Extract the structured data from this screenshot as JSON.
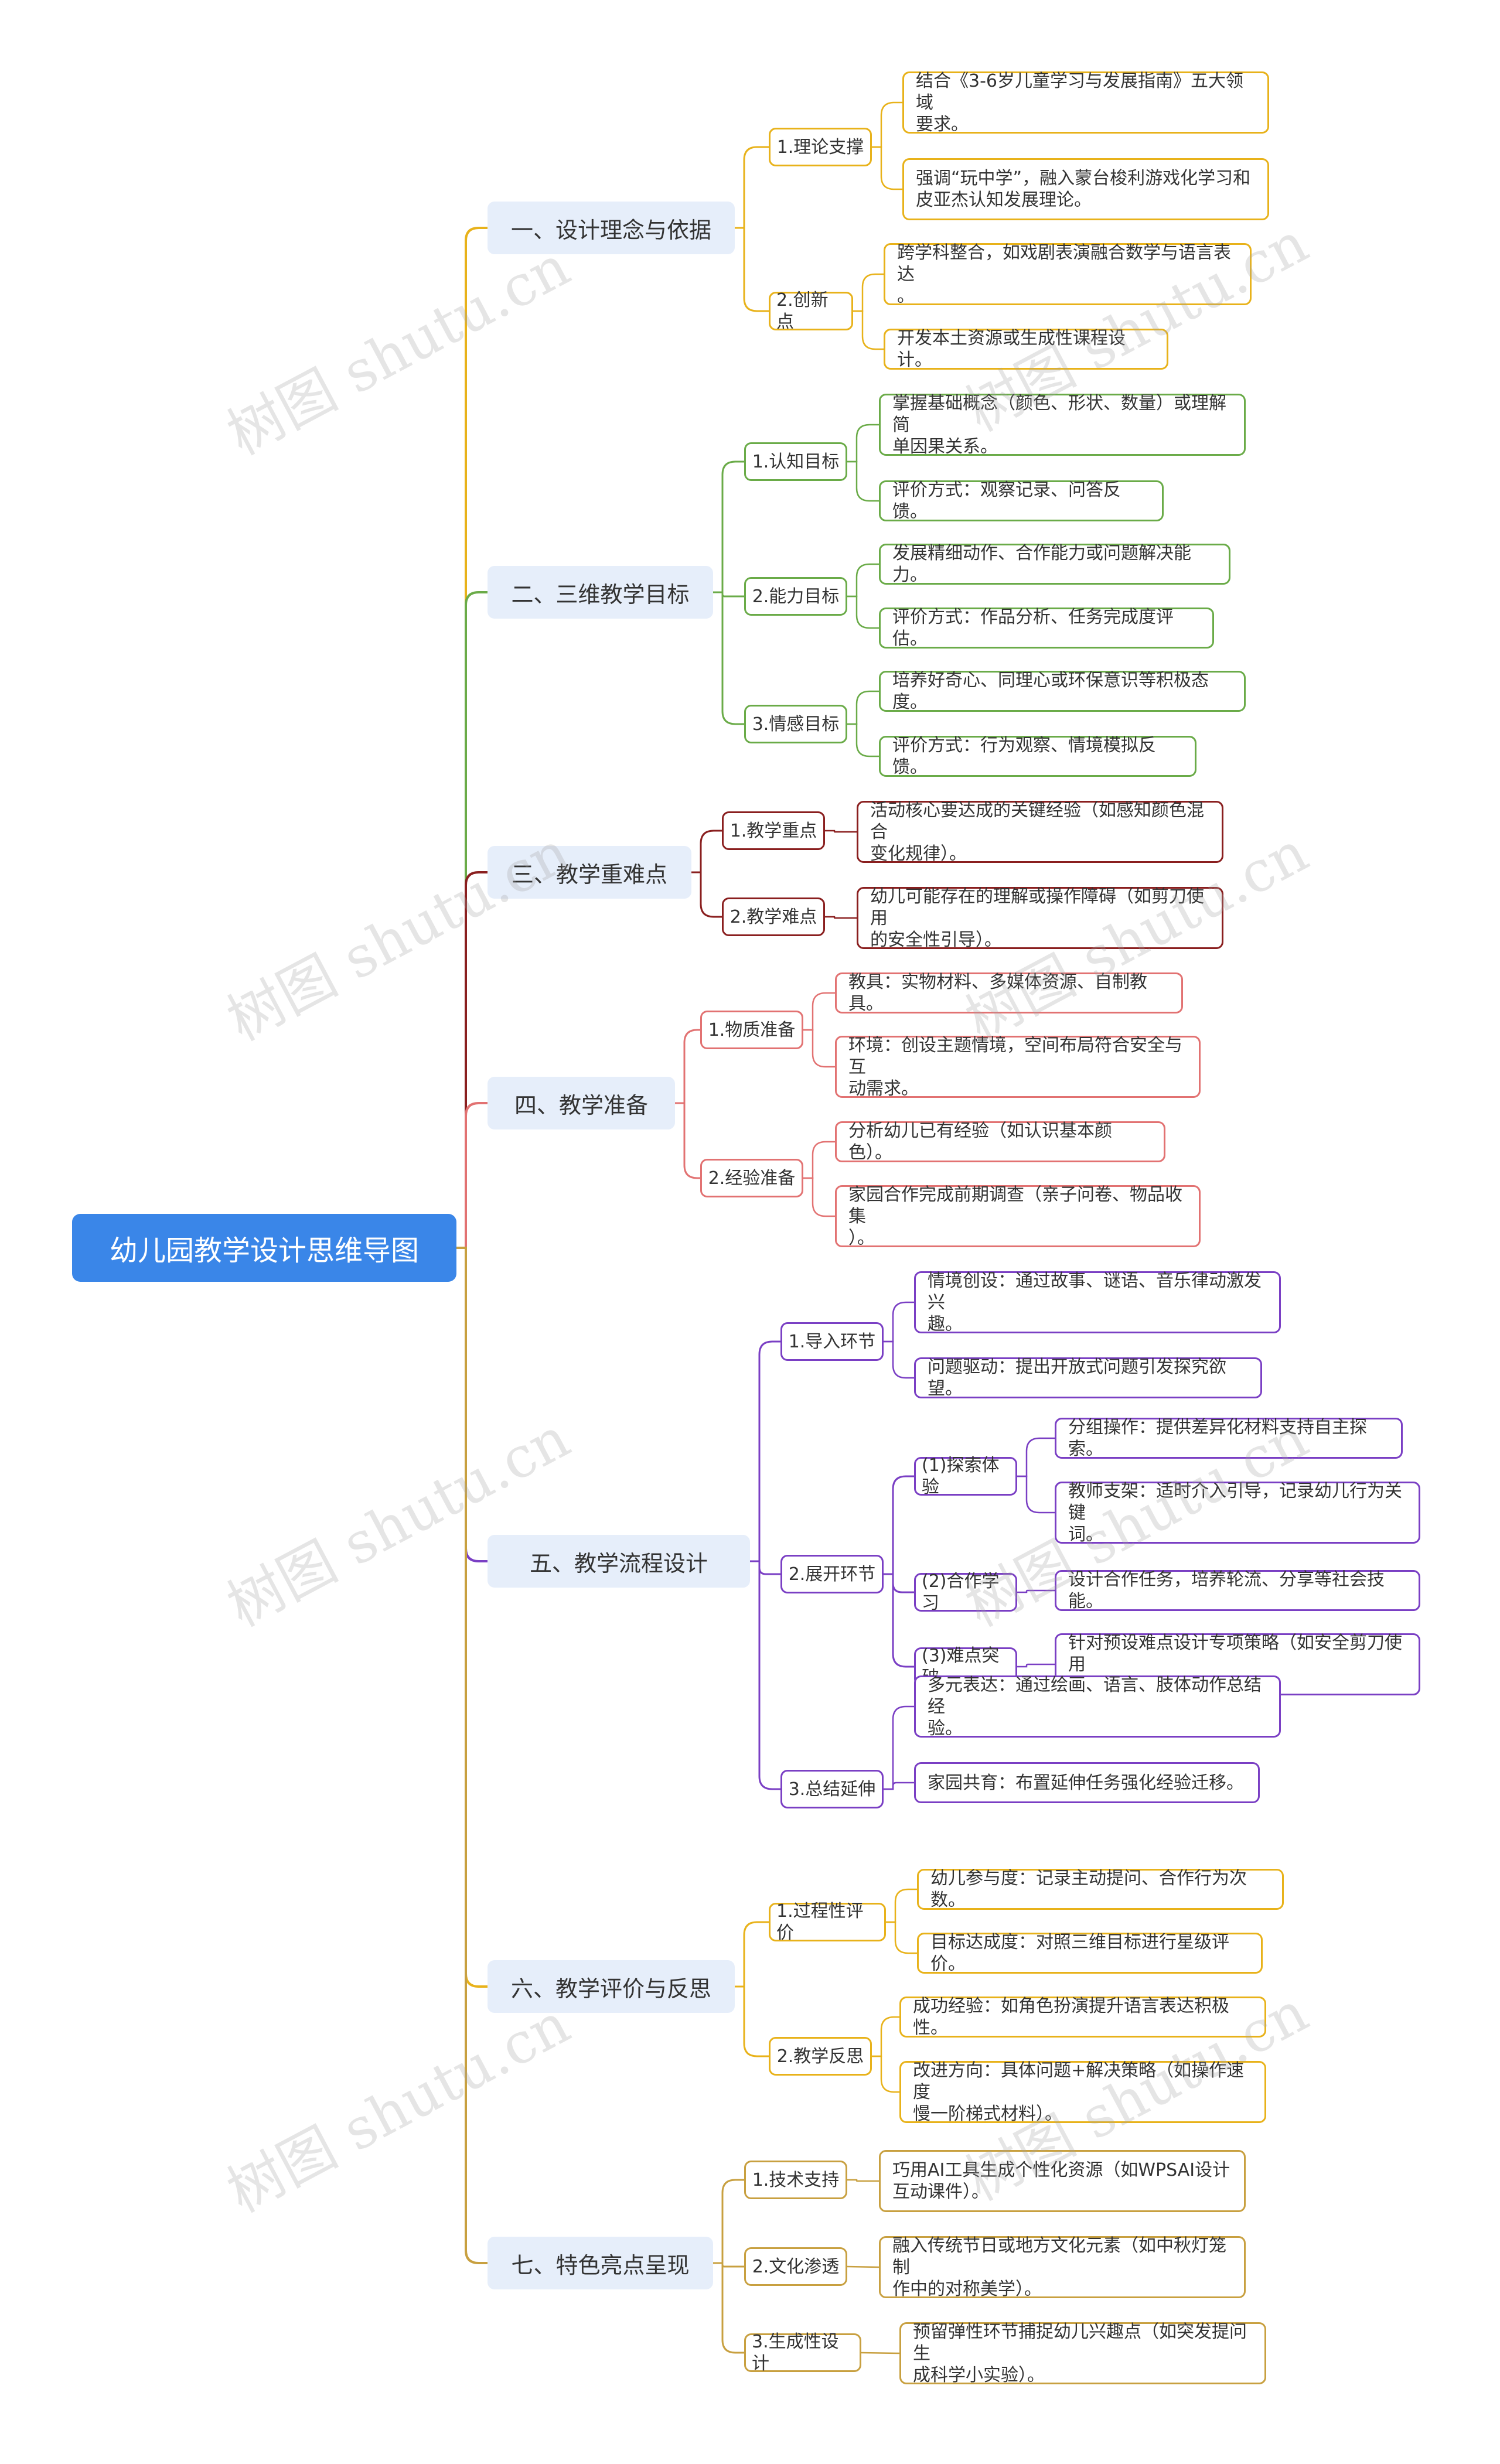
{
  "root": "幼儿园教学设计思维导图",
  "watermark": "树图 shutu.cn",
  "colors": {
    "root": "#3a86e8",
    "branch1": "#e8b21a",
    "branch2": "#6aab48",
    "branch3": "#8a1f1f",
    "branch4": "#e27272",
    "branch5": "#7a3fc4",
    "branch6": "#e8b21a",
    "branch7": "#c8a040"
  },
  "branches": [
    {
      "label": "一、设计理念与依据",
      "children": [
        {
          "label": "1.理论支撑",
          "children": [
            {
              "label": "结合《3-6岁儿童学习与发展指南》五大领域\n要求。"
            },
            {
              "label": "强调“玩中学”，融入蒙台梭利游戏化学习和\n皮亚杰认知发展理论。"
            }
          ]
        },
        {
          "label": "2.创新点",
          "children": [
            {
              "label": "跨学科整合，如戏剧表演融合数学与语言表达\n。"
            },
            {
              "label": "开发本土资源或生成性课程设计。"
            }
          ]
        }
      ]
    },
    {
      "label": "二、三维教学目标",
      "children": [
        {
          "label": "1.认知目标",
          "children": [
            {
              "label": "掌握基础概念（颜色、形状、数量）或理解简\n单因果关系。"
            },
            {
              "label": "评价方式：观察记录、问答反馈。"
            }
          ]
        },
        {
          "label": "2.能力目标",
          "children": [
            {
              "label": "发展精细动作、合作能力或问题解决能力。"
            },
            {
              "label": "评价方式：作品分析、任务完成度评估。"
            }
          ]
        },
        {
          "label": "3.情感目标",
          "children": [
            {
              "label": "培养好奇心、同理心或环保意识等积极态度。"
            },
            {
              "label": "评价方式：行为观察、情境模拟反馈。"
            }
          ]
        }
      ]
    },
    {
      "label": "三、教学重难点",
      "children": [
        {
          "label": "1.教学重点",
          "children": [
            {
              "label": "活动核心要达成的关键经验（如感知颜色混合\n变化规律）。"
            }
          ]
        },
        {
          "label": "2.教学难点",
          "children": [
            {
              "label": "幼儿可能存在的理解或操作障碍（如剪刀使用\n的安全性引导）。"
            }
          ]
        }
      ]
    },
    {
      "label": "四、教学准备",
      "children": [
        {
          "label": "1.物质准备",
          "children": [
            {
              "label": "教具：实物材料、多媒体资源、自制教具。"
            },
            {
              "label": "环境：创设主题情境，空间布局符合安全与互\n动需求。"
            }
          ]
        },
        {
          "label": "2.经验准备",
          "children": [
            {
              "label": "分析幼儿已有经验（如认识基本颜色）。"
            },
            {
              "label": "家园合作完成前期调查（亲子问卷、物品收集\n）。"
            }
          ]
        }
      ]
    },
    {
      "label": "五、教学流程设计",
      "children": [
        {
          "label": "1.导入环节",
          "children": [
            {
              "label": "情境创设：通过故事、谜语、音乐律动激发兴\n趣。"
            },
            {
              "label": "问题驱动：提出开放式问题引发探究欲望。"
            }
          ]
        },
        {
          "label": "2.展开环节",
          "children": [
            {
              "label": "(1)探索体验",
              "children": [
                {
                  "label": "分组操作：提供差异化材料支持自主探索。"
                },
                {
                  "label": "教师支架：适时介入引导，记录幼儿行为关键\n词。"
                }
              ]
            },
            {
              "label": "(2)合作学习",
              "children": [
                {
                  "label": "设计合作任务，培养轮流、分享等社会技能。"
                }
              ]
            },
            {
              "label": "(3)难点突破",
              "children": [
                {
                  "label": "针对预设难点设计专项策略（如安全剪刀使用\n口诀）。"
                }
              ]
            }
          ]
        },
        {
          "label": "3.总结延伸",
          "children": [
            {
              "label": "多元表达：通过绘画、语言、肢体动作总结经\n验。"
            },
            {
              "label": "家园共育：布置延伸任务强化经验迁移。"
            }
          ]
        }
      ]
    },
    {
      "label": "六、教学评价与反思",
      "children": [
        {
          "label": "1.过程性评价",
          "children": [
            {
              "label": "幼儿参与度：记录主动提问、合作行为次数。"
            },
            {
              "label": "目标达成度：对照三维目标进行星级评价。"
            }
          ]
        },
        {
          "label": "2.教学反思",
          "children": [
            {
              "label": "成功经验：如角色扮演提升语言表达积极性。"
            },
            {
              "label": "改进方向：具体问题+解决策略（如操作速度\n慢一阶梯式材料）。"
            }
          ]
        }
      ]
    },
    {
      "label": "七、特色亮点呈现",
      "children": [
        {
          "label": "1.技术支持",
          "children": [
            {
              "label": "巧用AI工具生成个性化资源（如WPSAI设计\n互动课件）。"
            }
          ]
        },
        {
          "label": "2.文化渗透",
          "children": [
            {
              "label": "融入传统节日或地方文化元素（如中秋灯笼制\n作中的对称美学）。"
            }
          ]
        },
        {
          "label": "3.生成性设计",
          "children": [
            {
              "label": "预留弹性环节捕捉幼儿兴趣点（如突发提问生\n成科学小实验）。"
            }
          ]
        }
      ]
    }
  ]
}
